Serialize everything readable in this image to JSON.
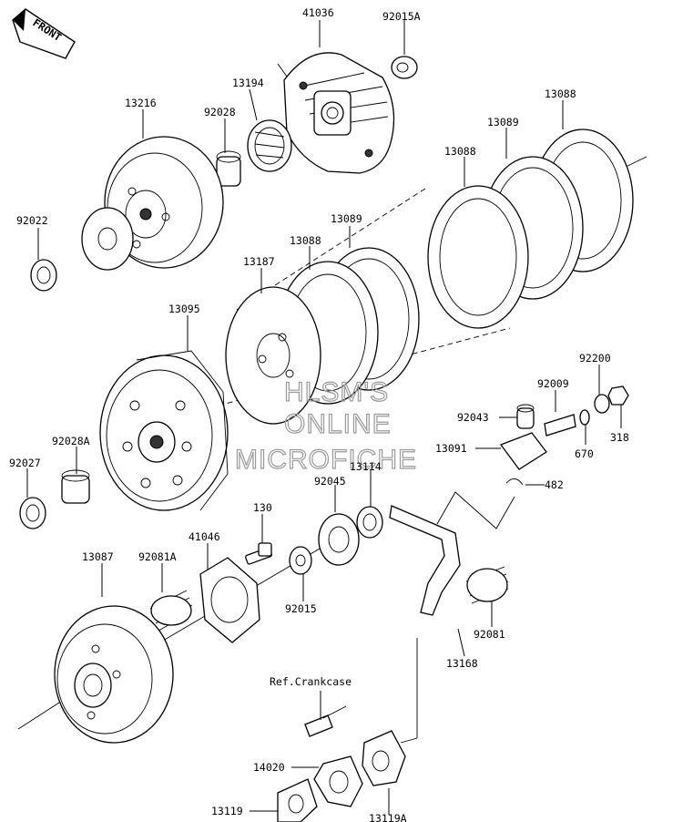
{
  "front_badge": {
    "text": "FRONT"
  },
  "watermark": {
    "lines": [
      "HLSM'S",
      "ONLINE",
      "MICROFICHE"
    ]
  },
  "reference_note": "Ref.Crankcase",
  "parts": [
    {
      "id": "p41036",
      "number": "41036"
    },
    {
      "id": "p92015A",
      "number": "92015A"
    },
    {
      "id": "p13216",
      "number": "13216"
    },
    {
      "id": "p13194",
      "number": "13194"
    },
    {
      "id": "p92028",
      "number": "92028"
    },
    {
      "id": "p13088a",
      "number": "13088"
    },
    {
      "id": "p13089a",
      "number": "13089"
    },
    {
      "id": "p13088b",
      "number": "13088"
    },
    {
      "id": "p92022",
      "number": "92022"
    },
    {
      "id": "p13089b",
      "number": "13089"
    },
    {
      "id": "p13088c",
      "number": "13088"
    },
    {
      "id": "p13187",
      "number": "13187"
    },
    {
      "id": "p13095",
      "number": "13095"
    },
    {
      "id": "p92200",
      "number": "92200"
    },
    {
      "id": "p92009",
      "number": "92009"
    },
    {
      "id": "p92043",
      "number": "92043"
    },
    {
      "id": "p318",
      "number": "318"
    },
    {
      "id": "p13091",
      "number": "13091"
    },
    {
      "id": "p670",
      "number": "670"
    },
    {
      "id": "p92028A",
      "number": "92028A"
    },
    {
      "id": "p92027",
      "number": "92027"
    },
    {
      "id": "p13114",
      "number": "13114"
    },
    {
      "id": "p92045",
      "number": "92045"
    },
    {
      "id": "p482",
      "number": "482"
    },
    {
      "id": "p130",
      "number": "130"
    },
    {
      "id": "p41046",
      "number": "41046"
    },
    {
      "id": "p13087",
      "number": "13087"
    },
    {
      "id": "p92081A",
      "number": "92081A"
    },
    {
      "id": "p92015",
      "number": "92015"
    },
    {
      "id": "p92081",
      "number": "92081"
    },
    {
      "id": "p13168",
      "number": "13168"
    },
    {
      "id": "p14020",
      "number": "14020"
    },
    {
      "id": "p13119",
      "number": "13119"
    },
    {
      "id": "p13119A",
      "number": "13119A"
    }
  ]
}
